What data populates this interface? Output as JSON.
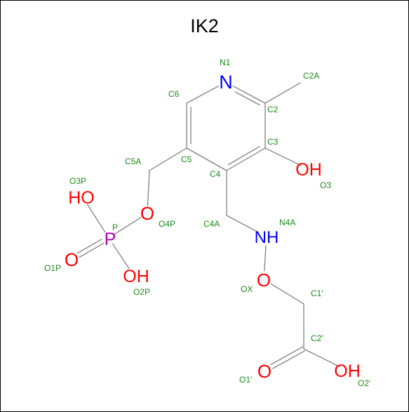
{
  "title": "IK2",
  "colors": {
    "bond": "#808080",
    "carbon_label": "#1a8a1a",
    "oxygen": "#ff0000",
    "nitrogen": "#0000ff",
    "phosphorus": "#b000b0",
    "border": "#000000"
  },
  "atoms": [
    {
      "id": "N1",
      "symbol": "N",
      "element": "nitrogen"
    },
    {
      "id": "C2",
      "symbol": "",
      "element": "carbon"
    },
    {
      "id": "C2A",
      "symbol": "",
      "element": "carbon"
    },
    {
      "id": "C3",
      "symbol": "",
      "element": "carbon"
    },
    {
      "id": "O3",
      "symbol": "OH",
      "element": "oxygen"
    },
    {
      "id": "C4",
      "symbol": "",
      "element": "carbon"
    },
    {
      "id": "C4A",
      "symbol": "",
      "element": "carbon"
    },
    {
      "id": "N4A",
      "symbol": "NH",
      "element": "nitrogen"
    },
    {
      "id": "OX",
      "symbol": "O",
      "element": "oxygen"
    },
    {
      "id": "C1'",
      "symbol": "",
      "element": "carbon"
    },
    {
      "id": "C2'",
      "symbol": "",
      "element": "carbon"
    },
    {
      "id": "O1'",
      "symbol": "O",
      "element": "oxygen"
    },
    {
      "id": "O2'",
      "symbol": "OH",
      "element": "oxygen"
    },
    {
      "id": "C5",
      "symbol": "",
      "element": "carbon"
    },
    {
      "id": "C5A",
      "symbol": "",
      "element": "carbon"
    },
    {
      "id": "O4P",
      "symbol": "O",
      "element": "oxygen"
    },
    {
      "id": "P",
      "symbol": "P",
      "element": "phosphorus"
    },
    {
      "id": "O1P",
      "symbol": "O",
      "element": "oxygen"
    },
    {
      "id": "O2P",
      "symbol": "OH",
      "element": "oxygen"
    },
    {
      "id": "O3P",
      "symbol": "HO",
      "element": "oxygen"
    },
    {
      "id": "C6",
      "symbol": "",
      "element": "carbon"
    }
  ],
  "bonds": [
    {
      "a": "N1",
      "b": "C2",
      "order": 2
    },
    {
      "a": "C2",
      "b": "C2A",
      "order": 1
    },
    {
      "a": "C2",
      "b": "C3",
      "order": 1
    },
    {
      "a": "C3",
      "b": "O3",
      "order": 1
    },
    {
      "a": "C3",
      "b": "C4",
      "order": 2
    },
    {
      "a": "C4",
      "b": "C5",
      "order": 1
    },
    {
      "a": "C5",
      "b": "C6",
      "order": 2
    },
    {
      "a": "C6",
      "b": "N1",
      "order": 1
    },
    {
      "a": "C4",
      "b": "C4A",
      "order": 1
    },
    {
      "a": "C4A",
      "b": "N4A",
      "order": 1
    },
    {
      "a": "N4A",
      "b": "OX",
      "order": 1
    },
    {
      "a": "OX",
      "b": "C1'",
      "order": 1
    },
    {
      "a": "C1'",
      "b": "C2'",
      "order": 1
    },
    {
      "a": "C2'",
      "b": "O1'",
      "order": 2
    },
    {
      "a": "C2'",
      "b": "O2'",
      "order": 1
    },
    {
      "a": "C5",
      "b": "C5A",
      "order": 1
    },
    {
      "a": "C5A",
      "b": "O4P",
      "order": 1
    },
    {
      "a": "O4P",
      "b": "P",
      "order": 1
    },
    {
      "a": "P",
      "b": "O1P",
      "order": 2
    },
    {
      "a": "P",
      "b": "O2P",
      "order": 1
    },
    {
      "a": "P",
      "b": "O3P",
      "order": 1
    }
  ]
}
